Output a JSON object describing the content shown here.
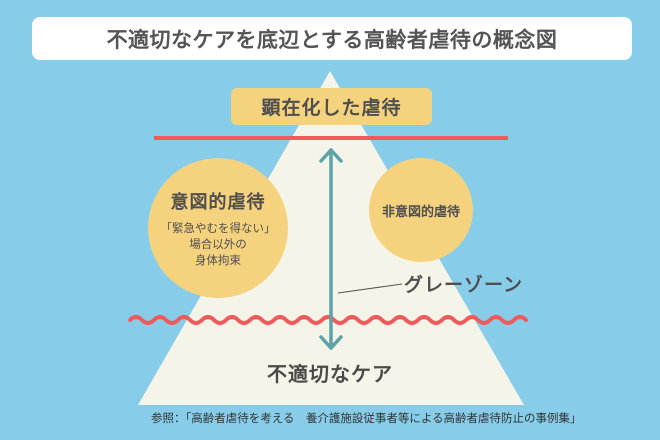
{
  "title": "不適切なケアを底辺とする高齢者虐待の概念図",
  "top_label": "顕在化した虐待",
  "intentional": {
    "heading": "意図的虐待",
    "lines": [
      "「緊急やむを得ない」",
      "場合以外の",
      "身体拘束"
    ]
  },
  "unintentional": {
    "heading": "非意図的虐待"
  },
  "gray_zone_label": "グレーゾーン",
  "bottom_label": "不適切なケア",
  "reference": "参照：「高齢者虐待を考える　養介護施設従事者等による高齢者虐待防止の事例集」",
  "colors": {
    "background": "#87CDEA",
    "triangle": "#F5F4E8",
    "circle": "#F5D27E",
    "red_line": "#F05A5A",
    "arrow": "#5BA3A8",
    "text": "#4f4f4f"
  }
}
